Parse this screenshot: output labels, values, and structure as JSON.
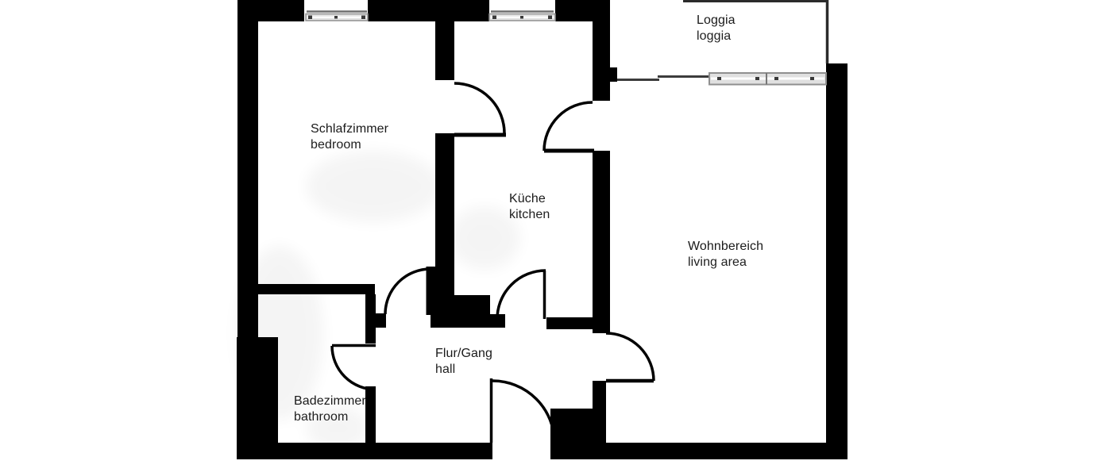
{
  "plan": {
    "type": "apartment-floor-plan",
    "language": "German / English"
  },
  "colors": {
    "wall": "#000000",
    "background": "#ffffff",
    "window_fill": "#e3e3e3",
    "window_border": "#8f8f8f",
    "window_tick": "#3a3a3a",
    "railing_line": "#3c3c3c",
    "label_text": "#1a1a1a"
  },
  "rooms": [
    {
      "id": "schlafzimmer",
      "name_de": "Schlafzimmer",
      "name_en": "bedroom"
    },
    {
      "id": "kueche",
      "name_de": "Küche",
      "name_en": "kitchen"
    },
    {
      "id": "wohnbereich",
      "name_de": "Wohnbereich",
      "name_en": "living area"
    },
    {
      "id": "loggia",
      "name_de": "Loggia",
      "name_en": "loggia"
    },
    {
      "id": "flur",
      "name_de": "Flur/Gang",
      "name_en": "hall"
    },
    {
      "id": "badezimmer",
      "name_de": "Badezimmer",
      "name_en": "bathroom"
    }
  ]
}
